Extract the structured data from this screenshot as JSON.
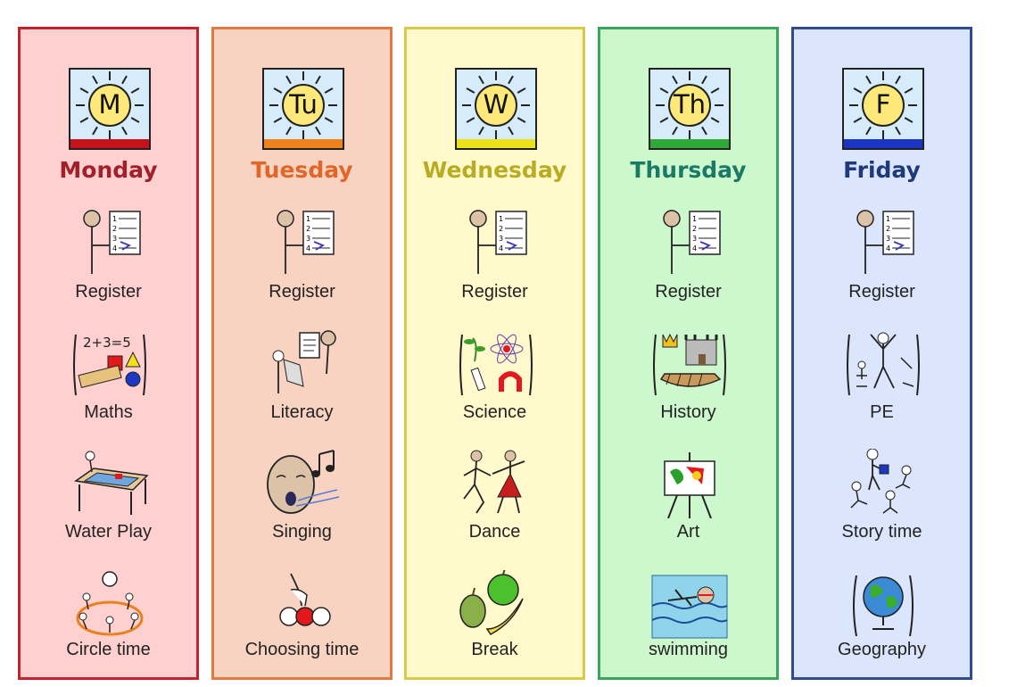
{
  "days": [
    {
      "letter": "M",
      "name": "Monday",
      "name_color": "#a1202a",
      "bg": "#ffd0d0",
      "border": "#c0242f",
      "stripe": "#c8121b",
      "items": [
        {
          "label": "Register",
          "icon": "register-icon"
        },
        {
          "label": "Maths",
          "icon": "maths-icon",
          "symbol_text": "2+3=5"
        },
        {
          "label": "Water Play",
          "icon": "water-play-icon"
        },
        {
          "label": "Circle time",
          "icon": "circle-time-icon"
        }
      ]
    },
    {
      "letter": "Tu",
      "name": "Tuesday",
      "name_color": "#e0662a",
      "bg": "#f8d3c2",
      "border": "#e27a3f",
      "stripe": "#f0821e",
      "items": [
        {
          "label": "Register",
          "icon": "register-icon"
        },
        {
          "label": "Literacy",
          "icon": "literacy-icon"
        },
        {
          "label": "Singing",
          "icon": "singing-icon"
        },
        {
          "label": "Choosing time",
          "icon": "choosing-time-icon"
        }
      ]
    },
    {
      "letter": "W",
      "name": "Wednesday",
      "name_color": "#b8ac22",
      "bg": "#fff9cc",
      "border": "#d9cb47",
      "stripe": "#ece21a",
      "items": [
        {
          "label": "Register",
          "icon": "register-icon"
        },
        {
          "label": "Science",
          "icon": "science-icon"
        },
        {
          "label": "Dance",
          "icon": "dance-icon"
        },
        {
          "label": "Break",
          "icon": "break-icon"
        }
      ]
    },
    {
      "letter": "Th",
      "name": "Thursday",
      "name_color": "#1a7a66",
      "bg": "#cdf7cd",
      "border": "#3aa55a",
      "stripe": "#2faa36",
      "items": [
        {
          "label": "Register",
          "icon": "register-icon"
        },
        {
          "label": "History",
          "icon": "history-icon"
        },
        {
          "label": "Art",
          "icon": "art-icon"
        },
        {
          "label": "swimming",
          "icon": "swimming-icon"
        }
      ]
    },
    {
      "letter": "F",
      "name": "Friday",
      "name_color": "#1e3a7a",
      "bg": "#dbe6fd",
      "border": "#2f4c8c",
      "stripe": "#1a35c6",
      "items": [
        {
          "label": "Register",
          "icon": "register-icon"
        },
        {
          "label": "PE",
          "icon": "pe-icon"
        },
        {
          "label": "Story time",
          "icon": "story-time-icon"
        },
        {
          "label": "Geography",
          "icon": "geography-icon"
        }
      ]
    }
  ]
}
